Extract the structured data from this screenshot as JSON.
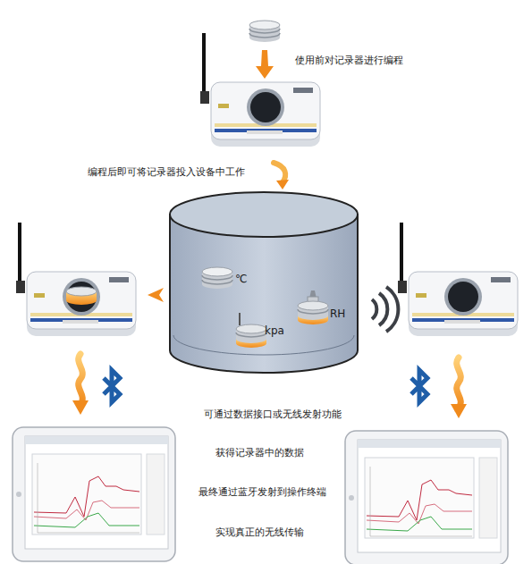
{
  "diagram": {
    "labels": [
      "使用前对记录器进行编程",
      "编程后即可将记录器投入设备中工作",
      "℃",
      "kpa",
      "RH",
      "可通过数据接口或无线发射功能",
      "获得记录器中的数据",
      "最终通过蓝牙发射到操作终端",
      "实现真正的无线传输"
    ]
  }
}
